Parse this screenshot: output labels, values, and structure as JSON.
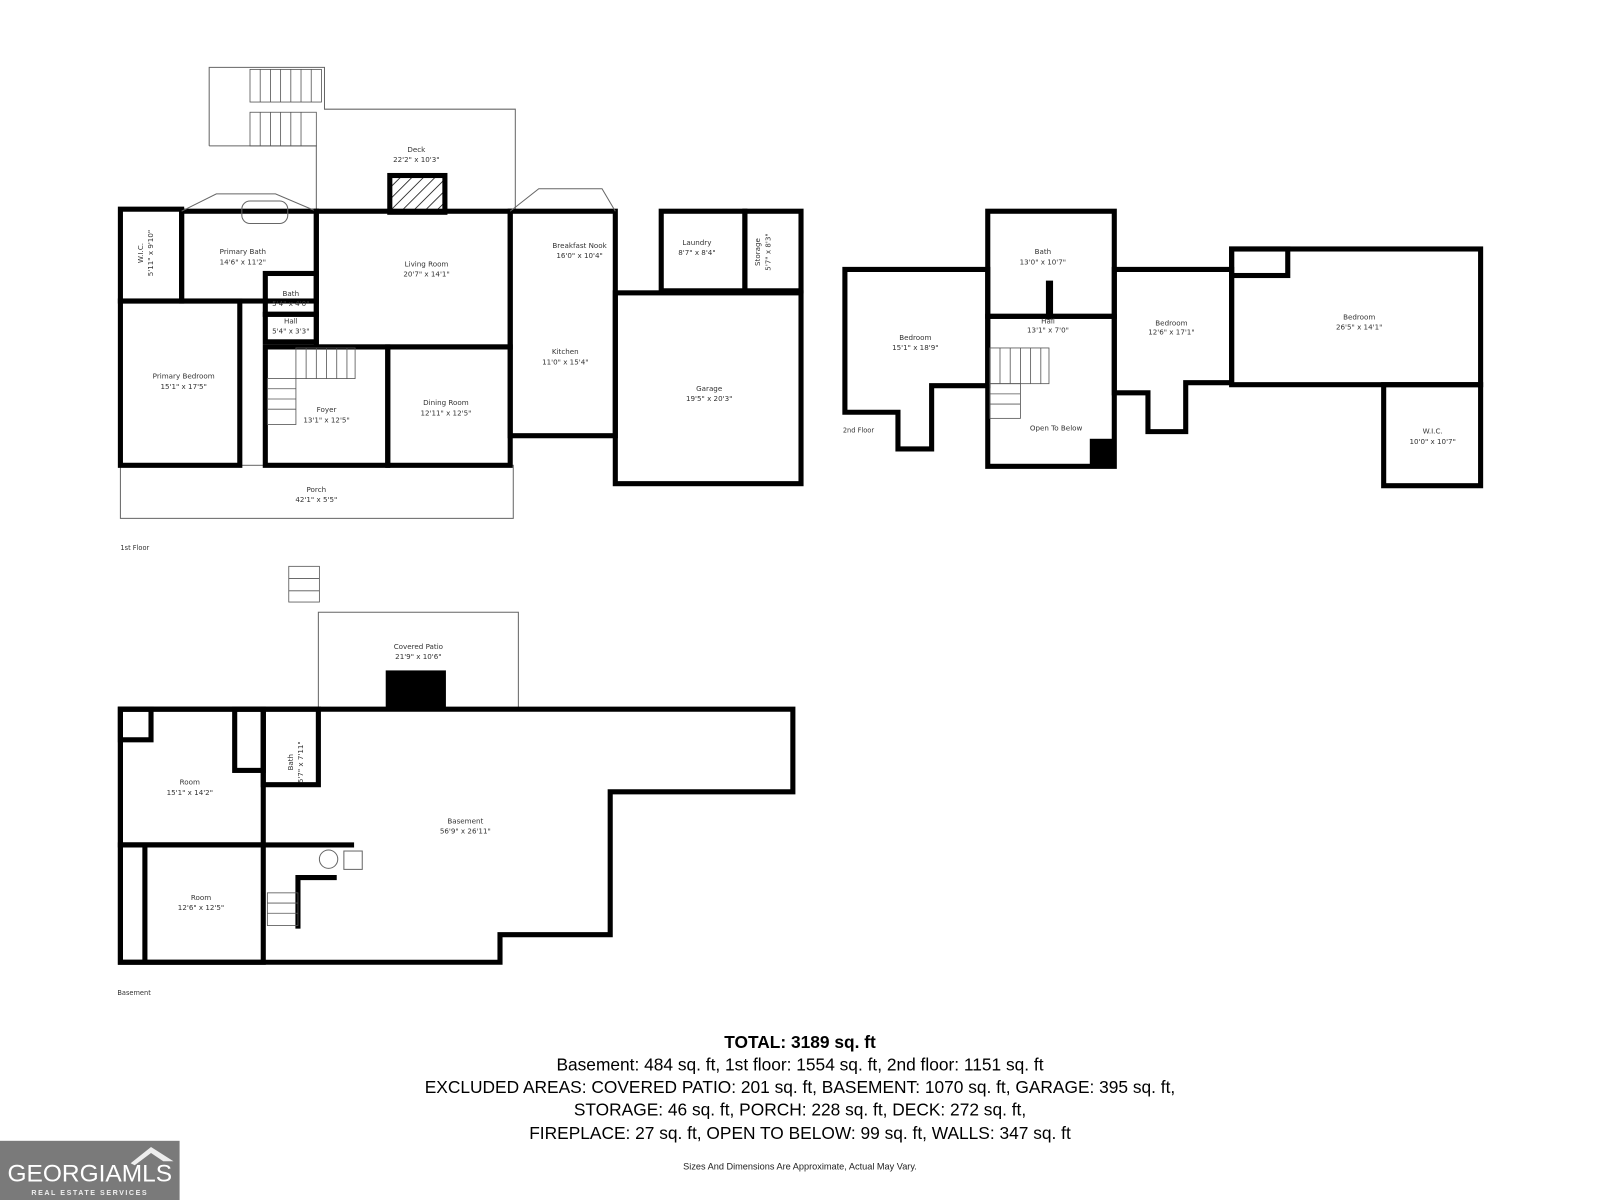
{
  "first_floor": {
    "label": "1st Floor",
    "rooms": [
      {
        "name": "Deck",
        "dims": "22'2\" x 10'3\""
      },
      {
        "name": "Primary Bath",
        "dims": "14'6\" x 11'2\""
      },
      {
        "name": "W.I.C.",
        "dims": "5'11\" x 9'10\""
      },
      {
        "name": "Bath",
        "dims": "5'4\" x 4'0\""
      },
      {
        "name": "Hall",
        "dims": "5'4\" x 3'3\""
      },
      {
        "name": "Living Room",
        "dims": "20'7\" x 14'1\""
      },
      {
        "name": "Primary Bedroom",
        "dims": "15'1\" x 17'5\""
      },
      {
        "name": "Foyer",
        "dims": "13'1\" x 12'5\""
      },
      {
        "name": "Dining Room",
        "dims": "12'11\" x 12'5\""
      },
      {
        "name": "Breakfast Nook",
        "dims": "16'0\" x 10'4\""
      },
      {
        "name": "Laundry",
        "dims": "8'7\" x 8'4\""
      },
      {
        "name": "Storage",
        "dims": "5'7\" x 8'3\""
      },
      {
        "name": "Kitchen",
        "dims": "11'0\" x 15'4\""
      },
      {
        "name": "Garage",
        "dims": "19'5\" x 20'3\""
      },
      {
        "name": "Porch",
        "dims": "42'1\" x 5'5\""
      }
    ]
  },
  "second_floor": {
    "label": "2nd Floor",
    "rooms": [
      {
        "name": "Bedroom",
        "dims": "15'1\" x 18'9\""
      },
      {
        "name": "Bath",
        "dims": "13'0\" x 10'7\""
      },
      {
        "name": "Hall",
        "dims": "13'1\" x 7'0\""
      },
      {
        "name": "Bedroom",
        "dims": "12'6\" x 17'1\""
      },
      {
        "name": "Bedroom",
        "dims": "26'5\" x 14'1\""
      },
      {
        "name": "Open To Below",
        "dims": ""
      },
      {
        "name": "W.I.C.",
        "dims": "10'0\" x 10'7\""
      }
    ]
  },
  "basement": {
    "label": "Basement",
    "rooms": [
      {
        "name": "Covered Patio",
        "dims": "21'9\" x 10'6\""
      },
      {
        "name": "Room",
        "dims": "15'1\" x 14'2\""
      },
      {
        "name": "Bath",
        "dims": "5'7\" x 7'11\""
      },
      {
        "name": "Basement",
        "dims": "56'9\" x 26'11\""
      },
      {
        "name": "Room",
        "dims": "12'6\" x 12'5\""
      }
    ]
  },
  "summary": {
    "total": "TOTAL: 3189 sq. ft",
    "lines": [
      "Basement: 484 sq. ft, 1st floor: 1554 sq. ft, 2nd floor: 1151 sq. ft",
      "EXCLUDED AREAS: COVERED PATIO: 201 sq. ft, BASEMENT: 1070 sq. ft, GARAGE: 395 sq. ft,",
      "STORAGE: 46 sq. ft, PORCH: 228 sq. ft, DECK: 272 sq. ft,",
      "FIREPLACE: 27 sq. ft, OPEN TO BELOW: 99 sq. ft, WALLS: 347 sq. ft"
    ],
    "disclaimer": "Sizes And Dimensions Are Approximate, Actual May Vary."
  },
  "logo": {
    "text": "GEORGIAMLS",
    "subtitle": "REAL ESTATE SERVICES",
    "color": "#7a7a7a"
  }
}
